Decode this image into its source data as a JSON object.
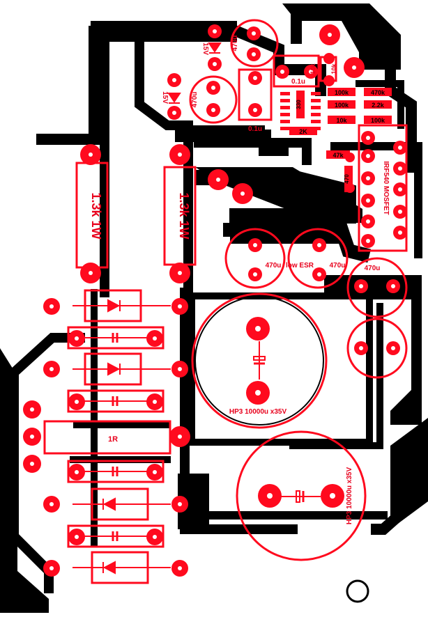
{
  "board": {
    "background": "#ffffff",
    "copper_color": "#000000",
    "silk_color": "#ff0a1e"
  },
  "labels": {
    "r_left": "1.3k 1W",
    "r_right": "1.3k 1W",
    "zener_top": "15V",
    "zener_mid": "15V",
    "cap_top": "470u",
    "cap_mid": "470u",
    "cap_01_a": "0.1u",
    "cap_01_b": "0.1u",
    "res_10k_a": "10k",
    "res_10k_b": "10k",
    "res_100k_a": "100k",
    "res_100k_b": "100k",
    "res_10k_c": "10k",
    "res_470k": "470k",
    "res_2k2": "2.2k",
    "res_100k_c": "100k",
    "res_2k": "2K",
    "res_330": "330",
    "res_47k": "47k",
    "res_470": "470",
    "mosfet": "IRF540 MOSFET",
    "cap_470_left": "470u",
    "low_esr": "low ESR",
    "cap_470_right": "470u",
    "cap_470_far": "470u",
    "big_cap_1": "HP3 10000u x35V",
    "big_cap_2": "HP3 10000u x35V",
    "res_1r": "1R"
  }
}
